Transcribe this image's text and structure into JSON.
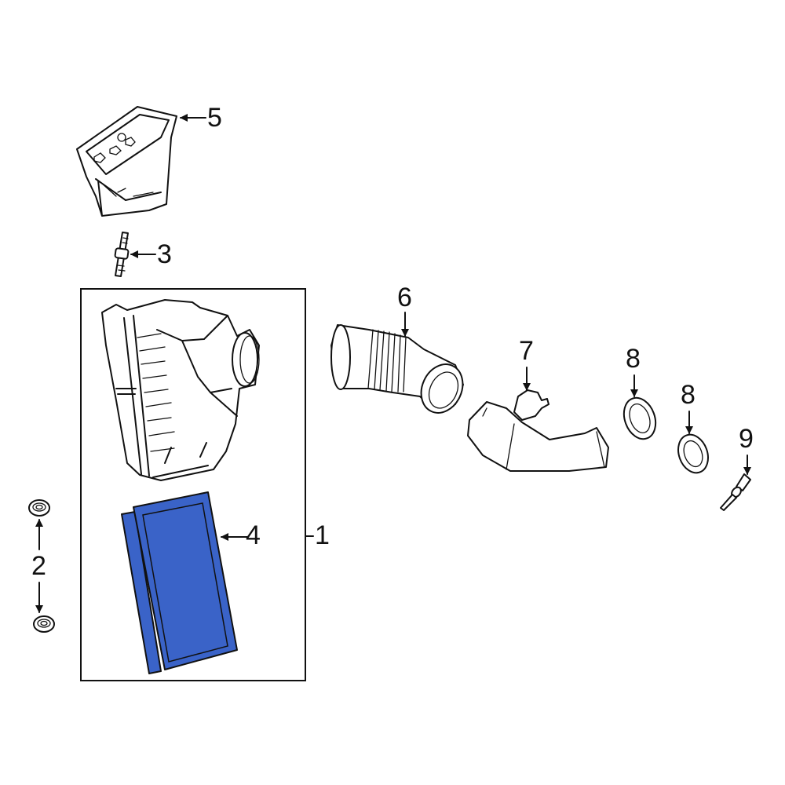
{
  "diagram": {
    "title": "Air Intake Assembly Parts Diagram",
    "accent_color": "#3a63c8",
    "callouts": [
      {
        "id": "1",
        "label": "1",
        "part": "air-cleaner-assembly"
      },
      {
        "id": "2",
        "label": "2",
        "part": "grommet"
      },
      {
        "id": "3",
        "label": "3",
        "part": "stud"
      },
      {
        "id": "4",
        "label": "4",
        "part": "air-filter-element"
      },
      {
        "id": "5",
        "label": "5",
        "part": "air-inlet-duct"
      },
      {
        "id": "6",
        "label": "6",
        "part": "outlet-hose"
      },
      {
        "id": "7",
        "label": "7",
        "part": "outlet-tube"
      },
      {
        "id": "8a",
        "label": "8",
        "part": "seal"
      },
      {
        "id": "8b",
        "label": "8",
        "part": "seal"
      },
      {
        "id": "9",
        "label": "9",
        "part": "sensor"
      }
    ]
  }
}
